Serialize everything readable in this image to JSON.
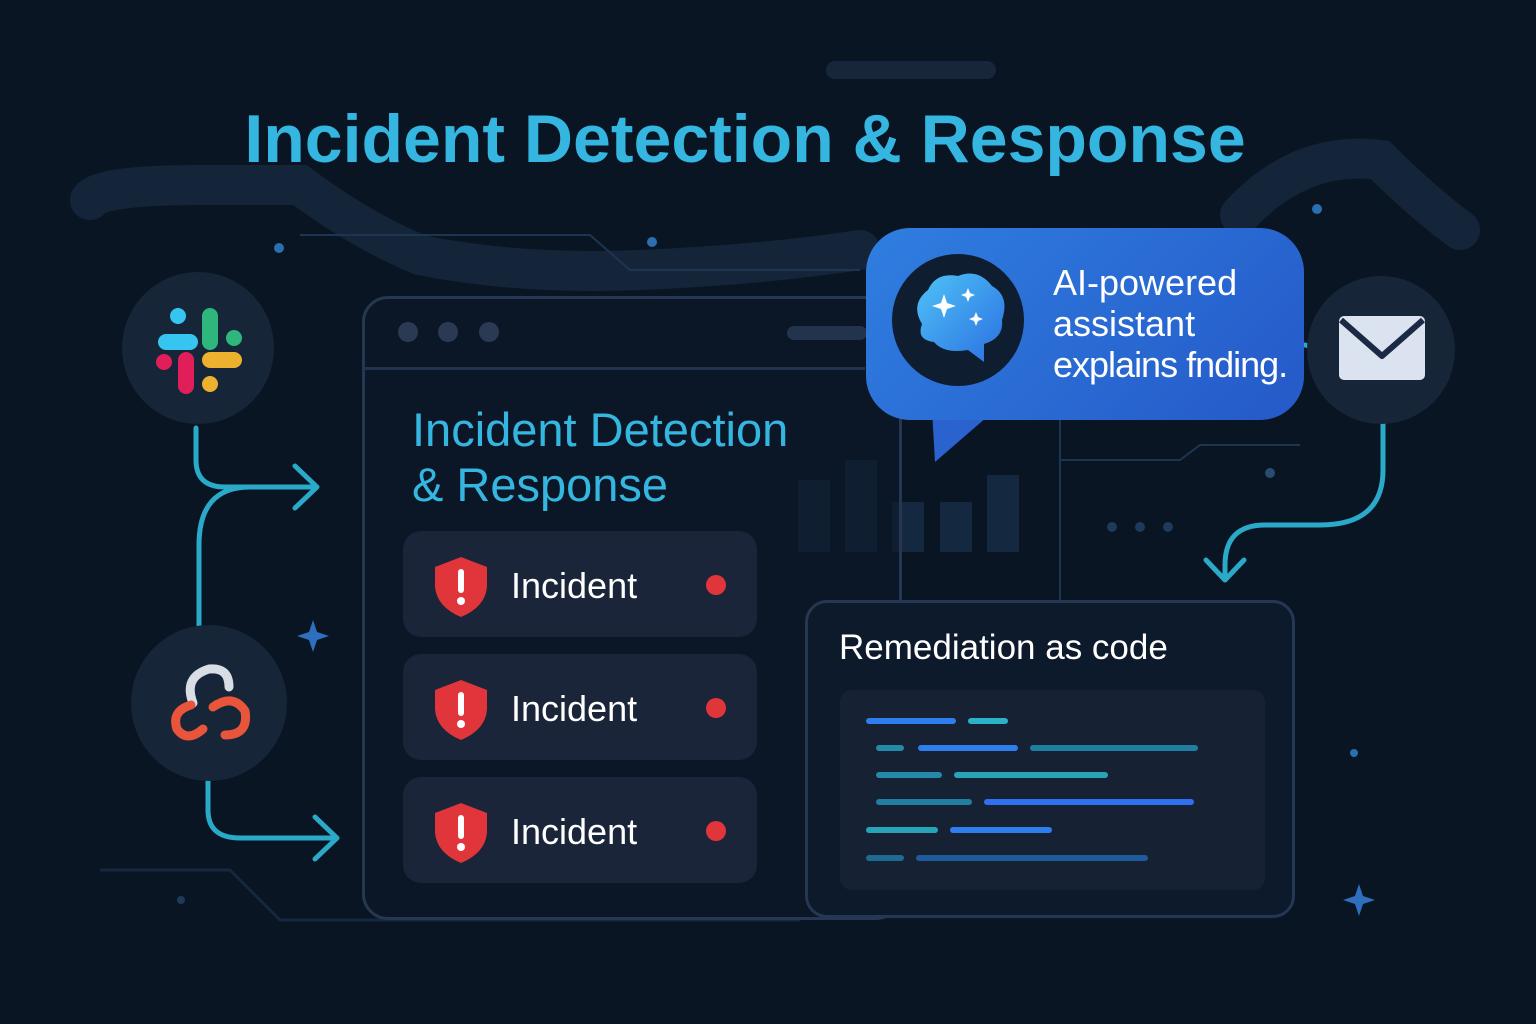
{
  "header": {
    "title": "Incident Detection & Response"
  },
  "window": {
    "heading_line1": "Incident Detection",
    "heading_line2": "& Response",
    "incidents": [
      {
        "label": "Incident",
        "status_color": "#e0353a"
      },
      {
        "label": "Incident",
        "status_color": "#e0353a"
      },
      {
        "label": "Incident",
        "status_color": "#e0353a"
      }
    ]
  },
  "assistant": {
    "line1": "AI-powered",
    "line2": "assistant",
    "line3": "explains fnding.",
    "icon": "brain-sparkles-icon"
  },
  "integrations": [
    "slack-icon",
    "link-loops-icon",
    "mail-icon"
  ],
  "remediation": {
    "title": "Remediation as code"
  },
  "colors": {
    "accent": "#35b6e0",
    "bubble": "#2b6ad6",
    "alert": "#e0353a",
    "background": "#0a1524"
  }
}
